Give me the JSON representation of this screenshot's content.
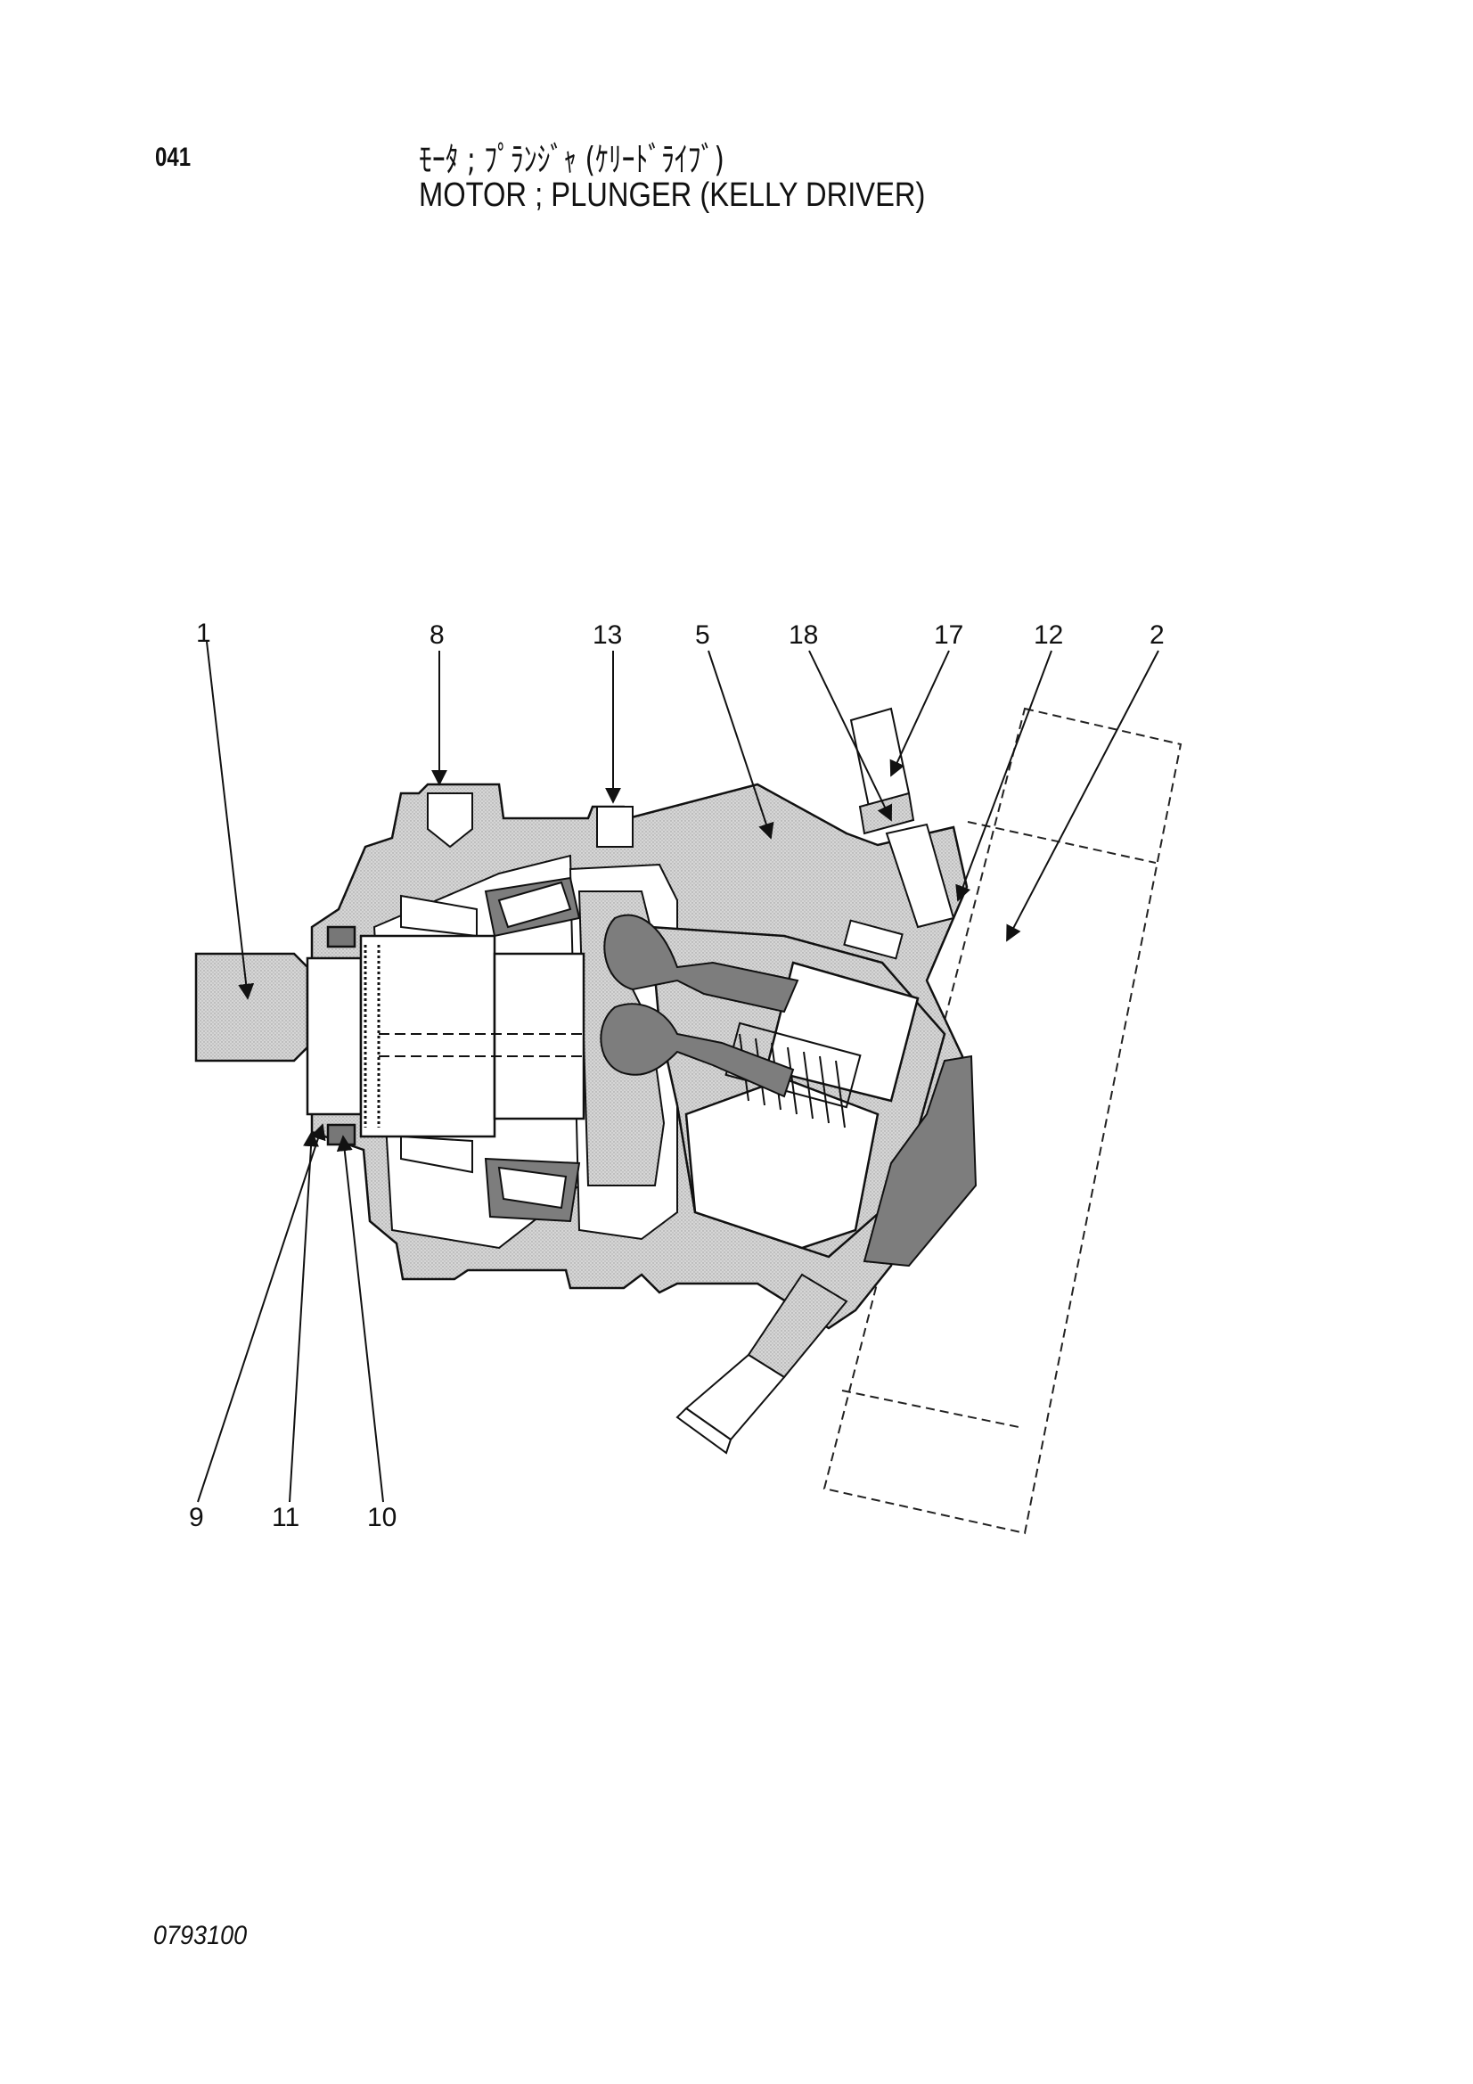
{
  "header": {
    "page_number": "041",
    "title_jp": "ﾓｰﾀ ; ﾌﾟﾗﾝｼﾞｬ (ｹﾘｰﾄﾞﾗｲﾌﾞ)",
    "title_en": "MOTOR ; PLUNGER (KELLY  DRIVER)"
  },
  "callouts": {
    "c1": "1",
    "c8": "8",
    "c13": "13",
    "c5": "5",
    "c18": "18",
    "c17": "17",
    "c12": "12",
    "c2": "2",
    "c9": "9",
    "c11": "11",
    "c10": "10"
  },
  "footer": {
    "drawing_code": "0793100"
  }
}
